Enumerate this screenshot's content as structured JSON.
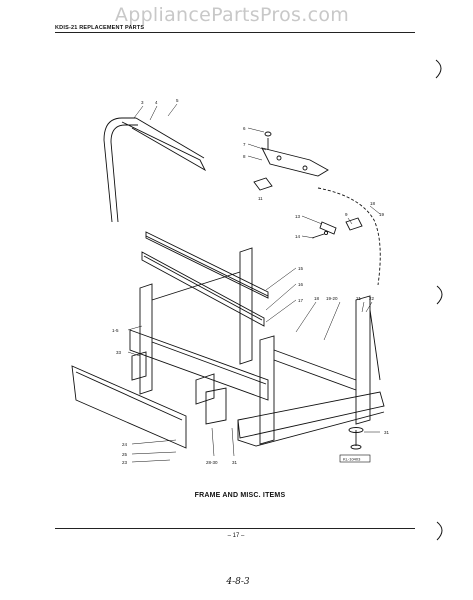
{
  "watermark": "AppliancePartsPros.com",
  "header": {
    "title": "KDIS-21 REPLACEMENT PARTS"
  },
  "caption": "FRAME AND MISC. ITEMS",
  "footer": {
    "page_number": "– 17 –",
    "handwritten_note": "4-8-3"
  },
  "diagram": {
    "callouts": [
      "3",
      "4",
      "5",
      "6",
      "7",
      "8",
      "11",
      "18",
      "13",
      "9",
      "14",
      "19",
      "15",
      "16",
      "17",
      "18",
      "19-20",
      "21",
      "22",
      "1-5",
      "33",
      "24",
      "25",
      "23",
      "28-30",
      "31",
      "31"
    ],
    "stamp": "KL-10403"
  }
}
